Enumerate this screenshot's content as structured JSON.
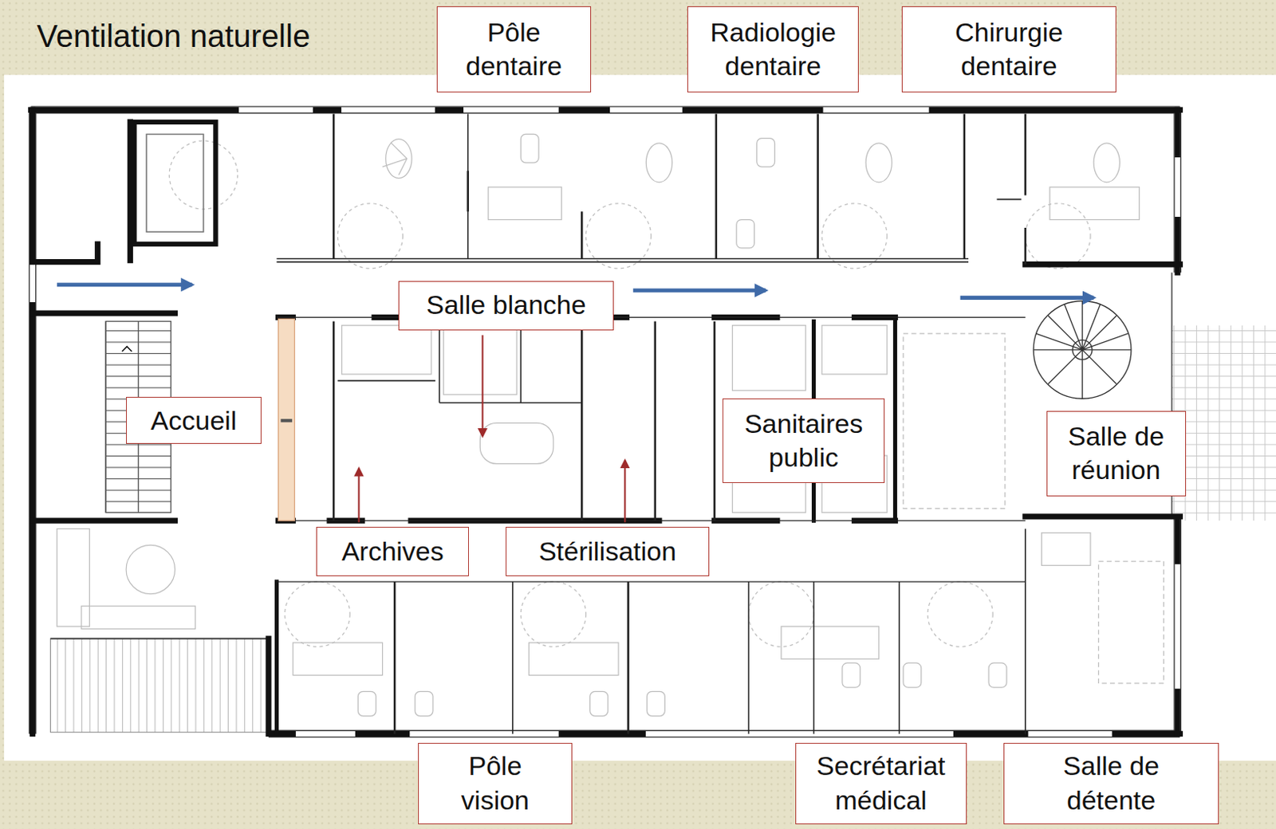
{
  "diagram": {
    "title": "Ventilation naturelle",
    "nodes": [
      {
        "text": [
          "Pôle dentaire"
        ]
      },
      {
        "text": [
          "Radiologie dentaire"
        ]
      },
      {
        "text": [
          "Chirurgie dentaire"
        ]
      },
      {
        "text": [
          "Salle blanche"
        ]
      },
      {
        "text": [
          "Accueil"
        ]
      },
      {
        "text": [
          "Sanitaires public"
        ]
      },
      {
        "text": [
          "Salle de réunion"
        ]
      },
      {
        "text": [
          "Archives"
        ]
      },
      {
        "text": [
          "Stérilisation"
        ]
      },
      {
        "text": [
          "Pôle vision"
        ]
      },
      {
        "text": [
          "Secrétariat médical"
        ]
      },
      {
        "text": [
          "Salle de détente"
        ]
      }
    ]
  }
}
